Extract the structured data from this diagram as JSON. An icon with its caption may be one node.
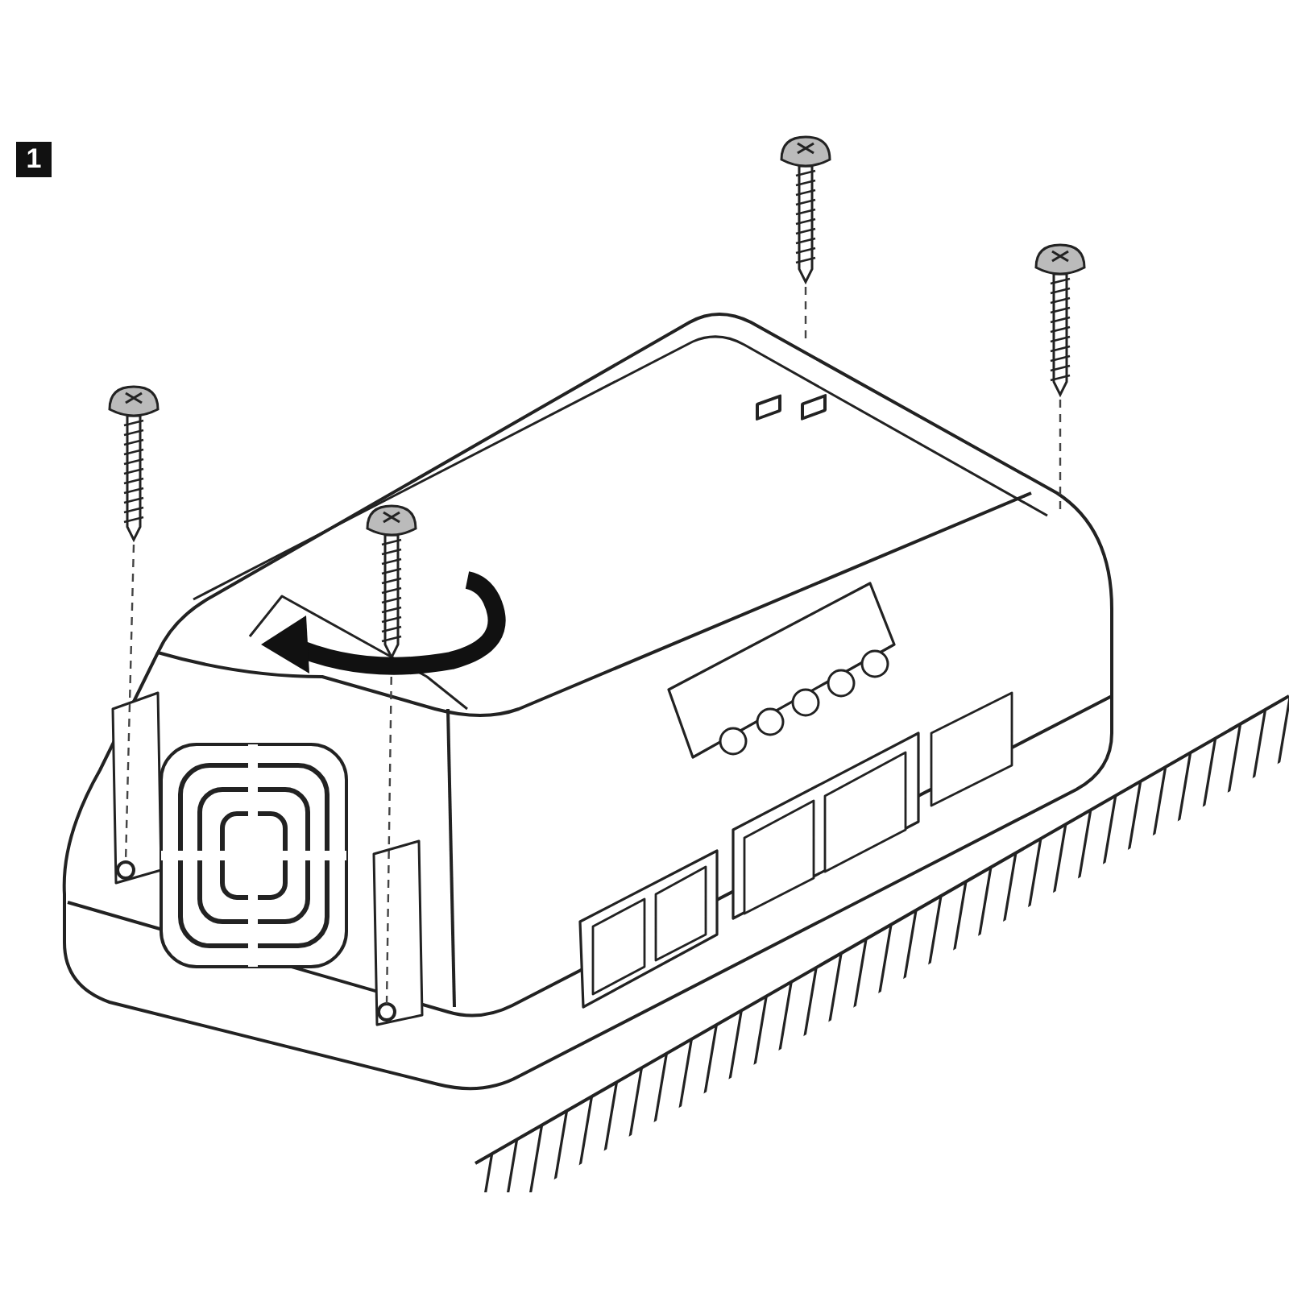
{
  "diagram": {
    "nodes": [
      {
        "text": [],
        "shape": "picture"
      },
      {
        "text": [],
        "shape": "picture"
      },
      {
        "text": [],
        "shape": "picture"
      },
      {
        "text": [],
        "shape": "picture"
      },
      {
        "text": [],
        "shape": "circle"
      },
      {
        "text": [],
        "shape": "circle"
      }
    ],
    "edges": [
      {
        "from": 0,
        "to": 4,
        "arrow": "none",
        "style": "dashed"
      },
      {
        "from": 1,
        "to": 5,
        "arrow": "none",
        "style": "dashed"
      },
      {
        "from": 2,
        "to": null,
        "arrow": "none",
        "style": "dashed"
      },
      {
        "from": 3,
        "to": null,
        "arrow": "none",
        "style": "dashed"
      }
    ],
    "labels": [
      "1"
    ]
  }
}
